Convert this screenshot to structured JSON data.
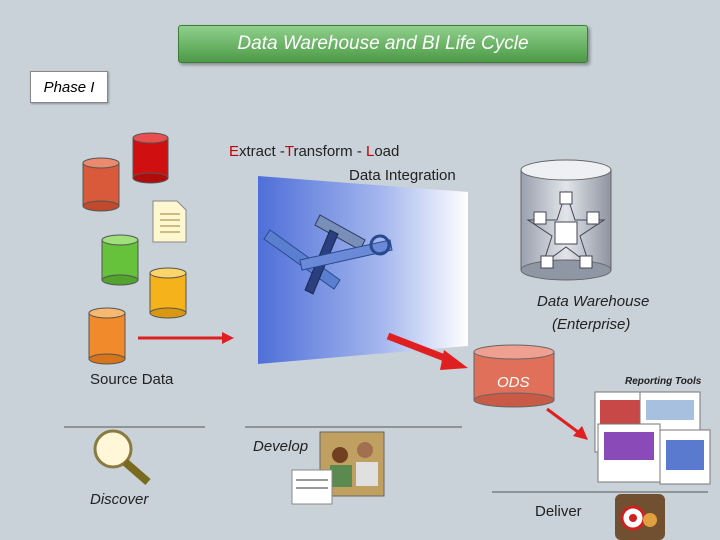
{
  "title": "Data Warehouse and BI Life Cycle",
  "phase": "Phase I",
  "etl": {
    "e": "E",
    "xtract": "xtract -",
    "t": "T",
    "ransform": "ransform - ",
    "l": "L",
    "oad": "oad"
  },
  "data_integration": "Data Integration",
  "dw_line1": "Data Warehouse",
  "dw_line2": "(Enterprise)",
  "source_data": "Source Data",
  "ods": "ODS",
  "reporting_tools": "Reporting Tools",
  "develop": "Develop",
  "discover": "Discover",
  "deliver": "Deliver",
  "colors": {
    "cyl_red": "#d01010",
    "cyl_orange_red": "#d85a3a",
    "cyl_green": "#66c23a",
    "cyl_orange": "#f5b21a",
    "cyl_orange2": "#f08a2a",
    "arrow_red": "#e02020",
    "ods_fill": "#e0705a",
    "title_green": "#5aaa50"
  }
}
